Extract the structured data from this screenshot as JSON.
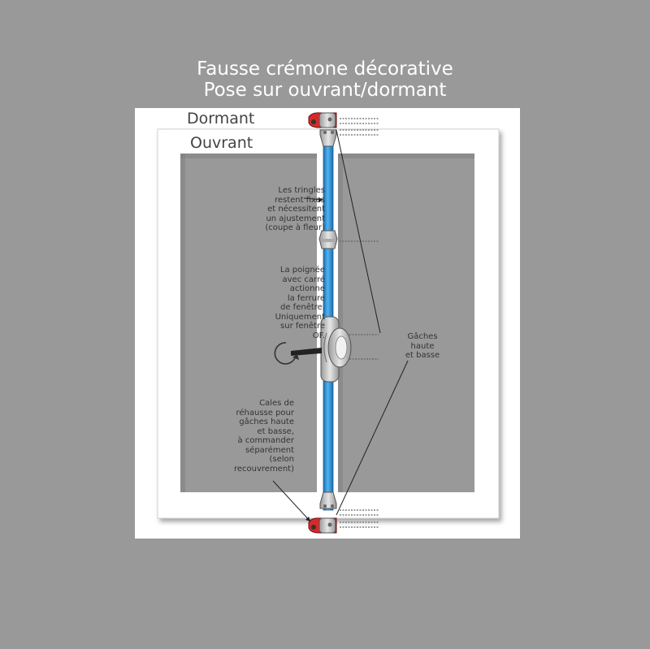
{
  "header": {
    "title_line1": "Fausse crémone décorative",
    "title_line2": "Pose sur ouvrant/dormant"
  },
  "labels": {
    "dormant": "Dormant",
    "ouvrant": "Ouvrant"
  },
  "annotations": {
    "tringles": "Les tringles\nrestent fixes\net nécessitent\nun ajustement\n(coupe à fleur)",
    "poignee": "La poignée\navec carré\nactionne\nla ferrure\nde fenêtre.\nUniquement\nsur fenêtre\nOF.",
    "gaches": "Gâches\nhaute\net basse",
    "cales": "Cales de\nréhausse pour\ngâches haute\net basse,\nà commander\nséparément\n(selon\nrecouvrement)"
  },
  "colors": {
    "background": "#999999",
    "frame": "#ffffff",
    "rod": "#2a8fd6",
    "metal": "#c8c8c8",
    "shim": "#d62a2a",
    "text": "#333333"
  }
}
